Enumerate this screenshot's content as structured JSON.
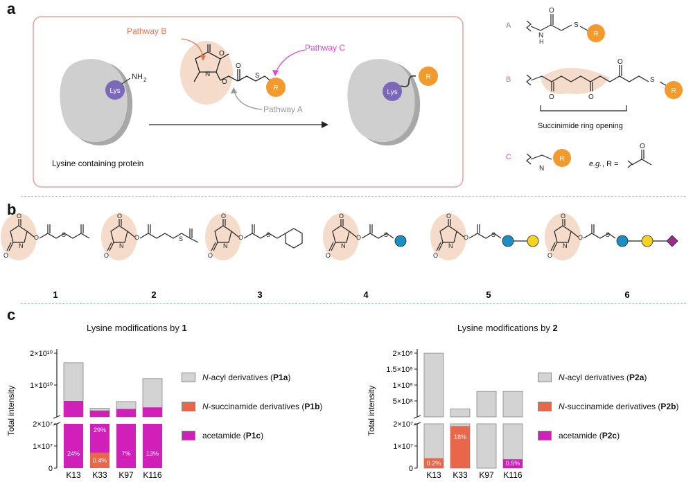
{
  "panels": {
    "a": "a",
    "b": "b",
    "c": "c"
  },
  "panel_a": {
    "pathway_b": "Pathway B",
    "pathway_c": "Pathway C",
    "pathway_a": "Pathway A",
    "lys": "Lys",
    "nh2": "NH",
    "nh2_sub": "2",
    "r": "R",
    "protein_label": "Lysine containing protein",
    "colors": {
      "pathway_b": "#e8744f",
      "pathway_c": "#e040e0",
      "pathway_a": "#999999",
      "lys": "#7b68b8",
      "r": "#f29a2e",
      "box": "#e8a09a"
    }
  },
  "panel_a_right": {
    "label_a": "A",
    "label_b": "B",
    "label_c": "C",
    "ring_opening": "Succinimide ring opening",
    "eg_prefix": "e.g.",
    "eg_suffix": ", R =",
    "atom_o": "O",
    "atom_s": "S",
    "atom_n": "N",
    "atom_h": "H",
    "atom_r": "R"
  },
  "panel_b": {
    "compounds": [
      "1",
      "2",
      "3",
      "4",
      "5",
      "6"
    ],
    "sugar_colors": {
      "blue": "#1b8fc4",
      "yellow": "#f5d31e",
      "purple": "#9b2d8a"
    }
  },
  "chart_data": [
    {
      "type": "bar",
      "title_prefix": "Lysine modifications by ",
      "title_bold": "1",
      "ylabel": "Total intensity",
      "categories": [
        "K13",
        "K33",
        "K97",
        "K116"
      ],
      "broken_axis": true,
      "lower_ylim": [
        0,
        20000000
      ],
      "upper_ylim": [
        0,
        20000000000
      ],
      "lower_ticks": [
        "0",
        "1×10⁷",
        "2×10⁷"
      ],
      "upper_ticks": [
        "1×10¹⁰",
        "2×10¹⁰"
      ],
      "series": [
        {
          "name": "N-acyl derivatives (P1a)",
          "color": "#d3d3d3",
          "totals": [
            17000000000,
            2700000000,
            4800000000,
            12000000000
          ]
        },
        {
          "name": "N-succinamide derivatives (P1b)",
          "color": "#e8674a",
          "values_lower": [
            0,
            7000000,
            0,
            0
          ]
        },
        {
          "name": "acetamide (P1c)",
          "color": "#d11fb9",
          "upper_values": [
            5000000000,
            2000000000,
            2500000000,
            3000000000
          ]
        }
      ],
      "annotations": [
        {
          "category": "K13",
          "text": "24%"
        },
        {
          "category": "K33",
          "text": "29%"
        },
        {
          "category": "K33",
          "text": "0.4%"
        },
        {
          "category": "K97",
          "text": "7%"
        },
        {
          "category": "K116",
          "text": "13%"
        }
      ]
    },
    {
      "type": "bar",
      "title_prefix": "Lysine modifications by ",
      "title_bold": "2",
      "ylabel": "Total intensity",
      "categories": [
        "K13",
        "K33",
        "K97",
        "K116"
      ],
      "broken_axis": true,
      "lower_ylim": [
        0,
        20000000
      ],
      "upper_ylim": [
        0,
        2000000000
      ],
      "lower_ticks": [
        "0",
        "1×10⁷",
        "2×10⁷"
      ],
      "upper_ticks": [
        "5×10⁸",
        "1×10⁹",
        "1.5×10⁹",
        "2×10⁹"
      ],
      "series": [
        {
          "name": "N-acyl derivatives (P2a)",
          "color": "#d3d3d3",
          "totals": [
            2000000000,
            250000000,
            800000000,
            800000000
          ]
        },
        {
          "name": "N-succinamide derivatives (P2b)",
          "color": "#e8674a",
          "values_lower": [
            4500000,
            19000000,
            0,
            0
          ]
        },
        {
          "name": "acetamide (P2c)",
          "color": "#d11fb9",
          "values_lower": [
            0,
            0,
            0,
            4000000
          ]
        }
      ],
      "annotations": [
        {
          "category": "K13",
          "text": "0.2%"
        },
        {
          "category": "K33",
          "text": "18%"
        },
        {
          "category": "K116",
          "text": "0.5%"
        }
      ]
    }
  ],
  "legend1": [
    {
      "italic": "N",
      "rest": "-acyl derivatives (",
      "bold": "P1a",
      "end": ")",
      "color": "#d3d3d3"
    },
    {
      "italic": "N",
      "rest": "-succinamide derivatives (",
      "bold": "P1b",
      "end": ")",
      "color": "#e8674a"
    },
    {
      "italic": "",
      "rest": "acetamide (",
      "bold": "P1c",
      "end": ")",
      "color": "#d11fb9"
    }
  ],
  "legend2": [
    {
      "italic": "N",
      "rest": "-acyl derivatives (",
      "bold": "P2a",
      "end": ")",
      "color": "#d3d3d3"
    },
    {
      "italic": "N",
      "rest": "-succinamide derivatives (",
      "bold": "P2b",
      "end": ")",
      "color": "#e8674a"
    },
    {
      "italic": "",
      "rest": "acetamide (",
      "bold": "P2c",
      "end": ")",
      "color": "#d11fb9"
    }
  ]
}
